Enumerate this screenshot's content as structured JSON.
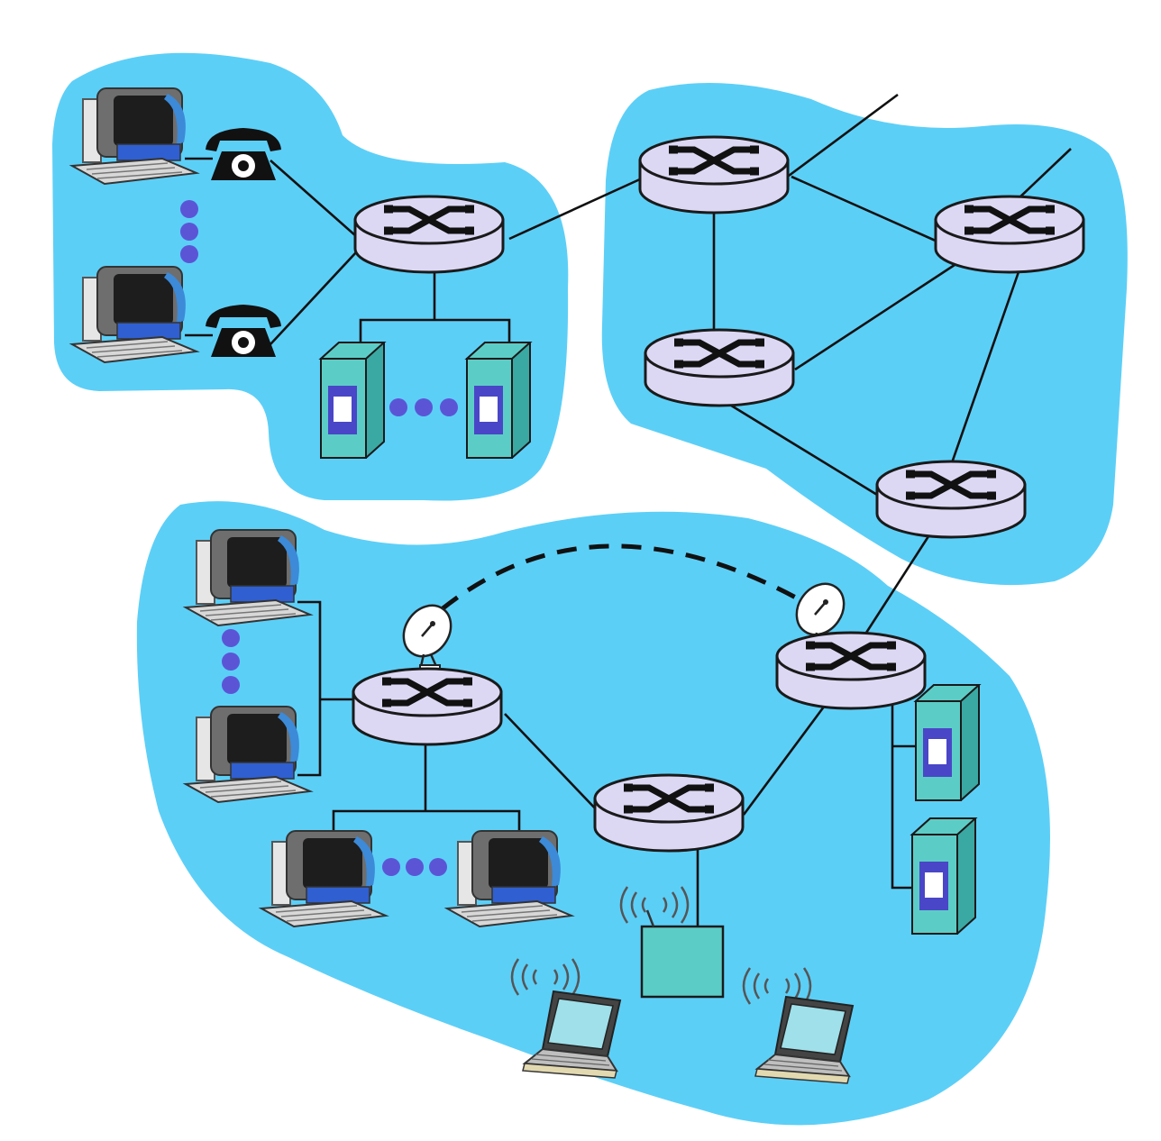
{
  "diagram": {
    "colors": {
      "network_fill": "#5ccff7",
      "router_fill": "#dcd8f4",
      "router_stroke": "#1a1a1a",
      "link": "#111111",
      "dots": "#5b55d6",
      "server_body": "#5ccdc6",
      "server_side": "#3aa8a3",
      "server_panel": "#4a46c8",
      "monitor_frame": "#5a5a5a",
      "monitor_blue": "#3c8ad8",
      "keyboard": "#d8d8d8",
      "access_point": "#5ccdc6",
      "laptop_screen": "#9fe0ea"
    },
    "networks": [
      {
        "name": "home-network",
        "kind": "access network"
      },
      {
        "name": "isp-network",
        "kind": "core network"
      },
      {
        "name": "institutional-network",
        "kind": "access network"
      }
    ],
    "devices": {
      "routers": [
        "router-home",
        "router-isp-top",
        "router-isp-mid",
        "router-isp-right",
        "router-isp-bottom",
        "router-inst-left",
        "router-inst-right",
        "router-inst-center"
      ],
      "host_computers": 6,
      "telephones": 2,
      "servers": 4,
      "satellite_dishes": 2,
      "laptops": 2,
      "wireless_access_points": 1
    }
  }
}
